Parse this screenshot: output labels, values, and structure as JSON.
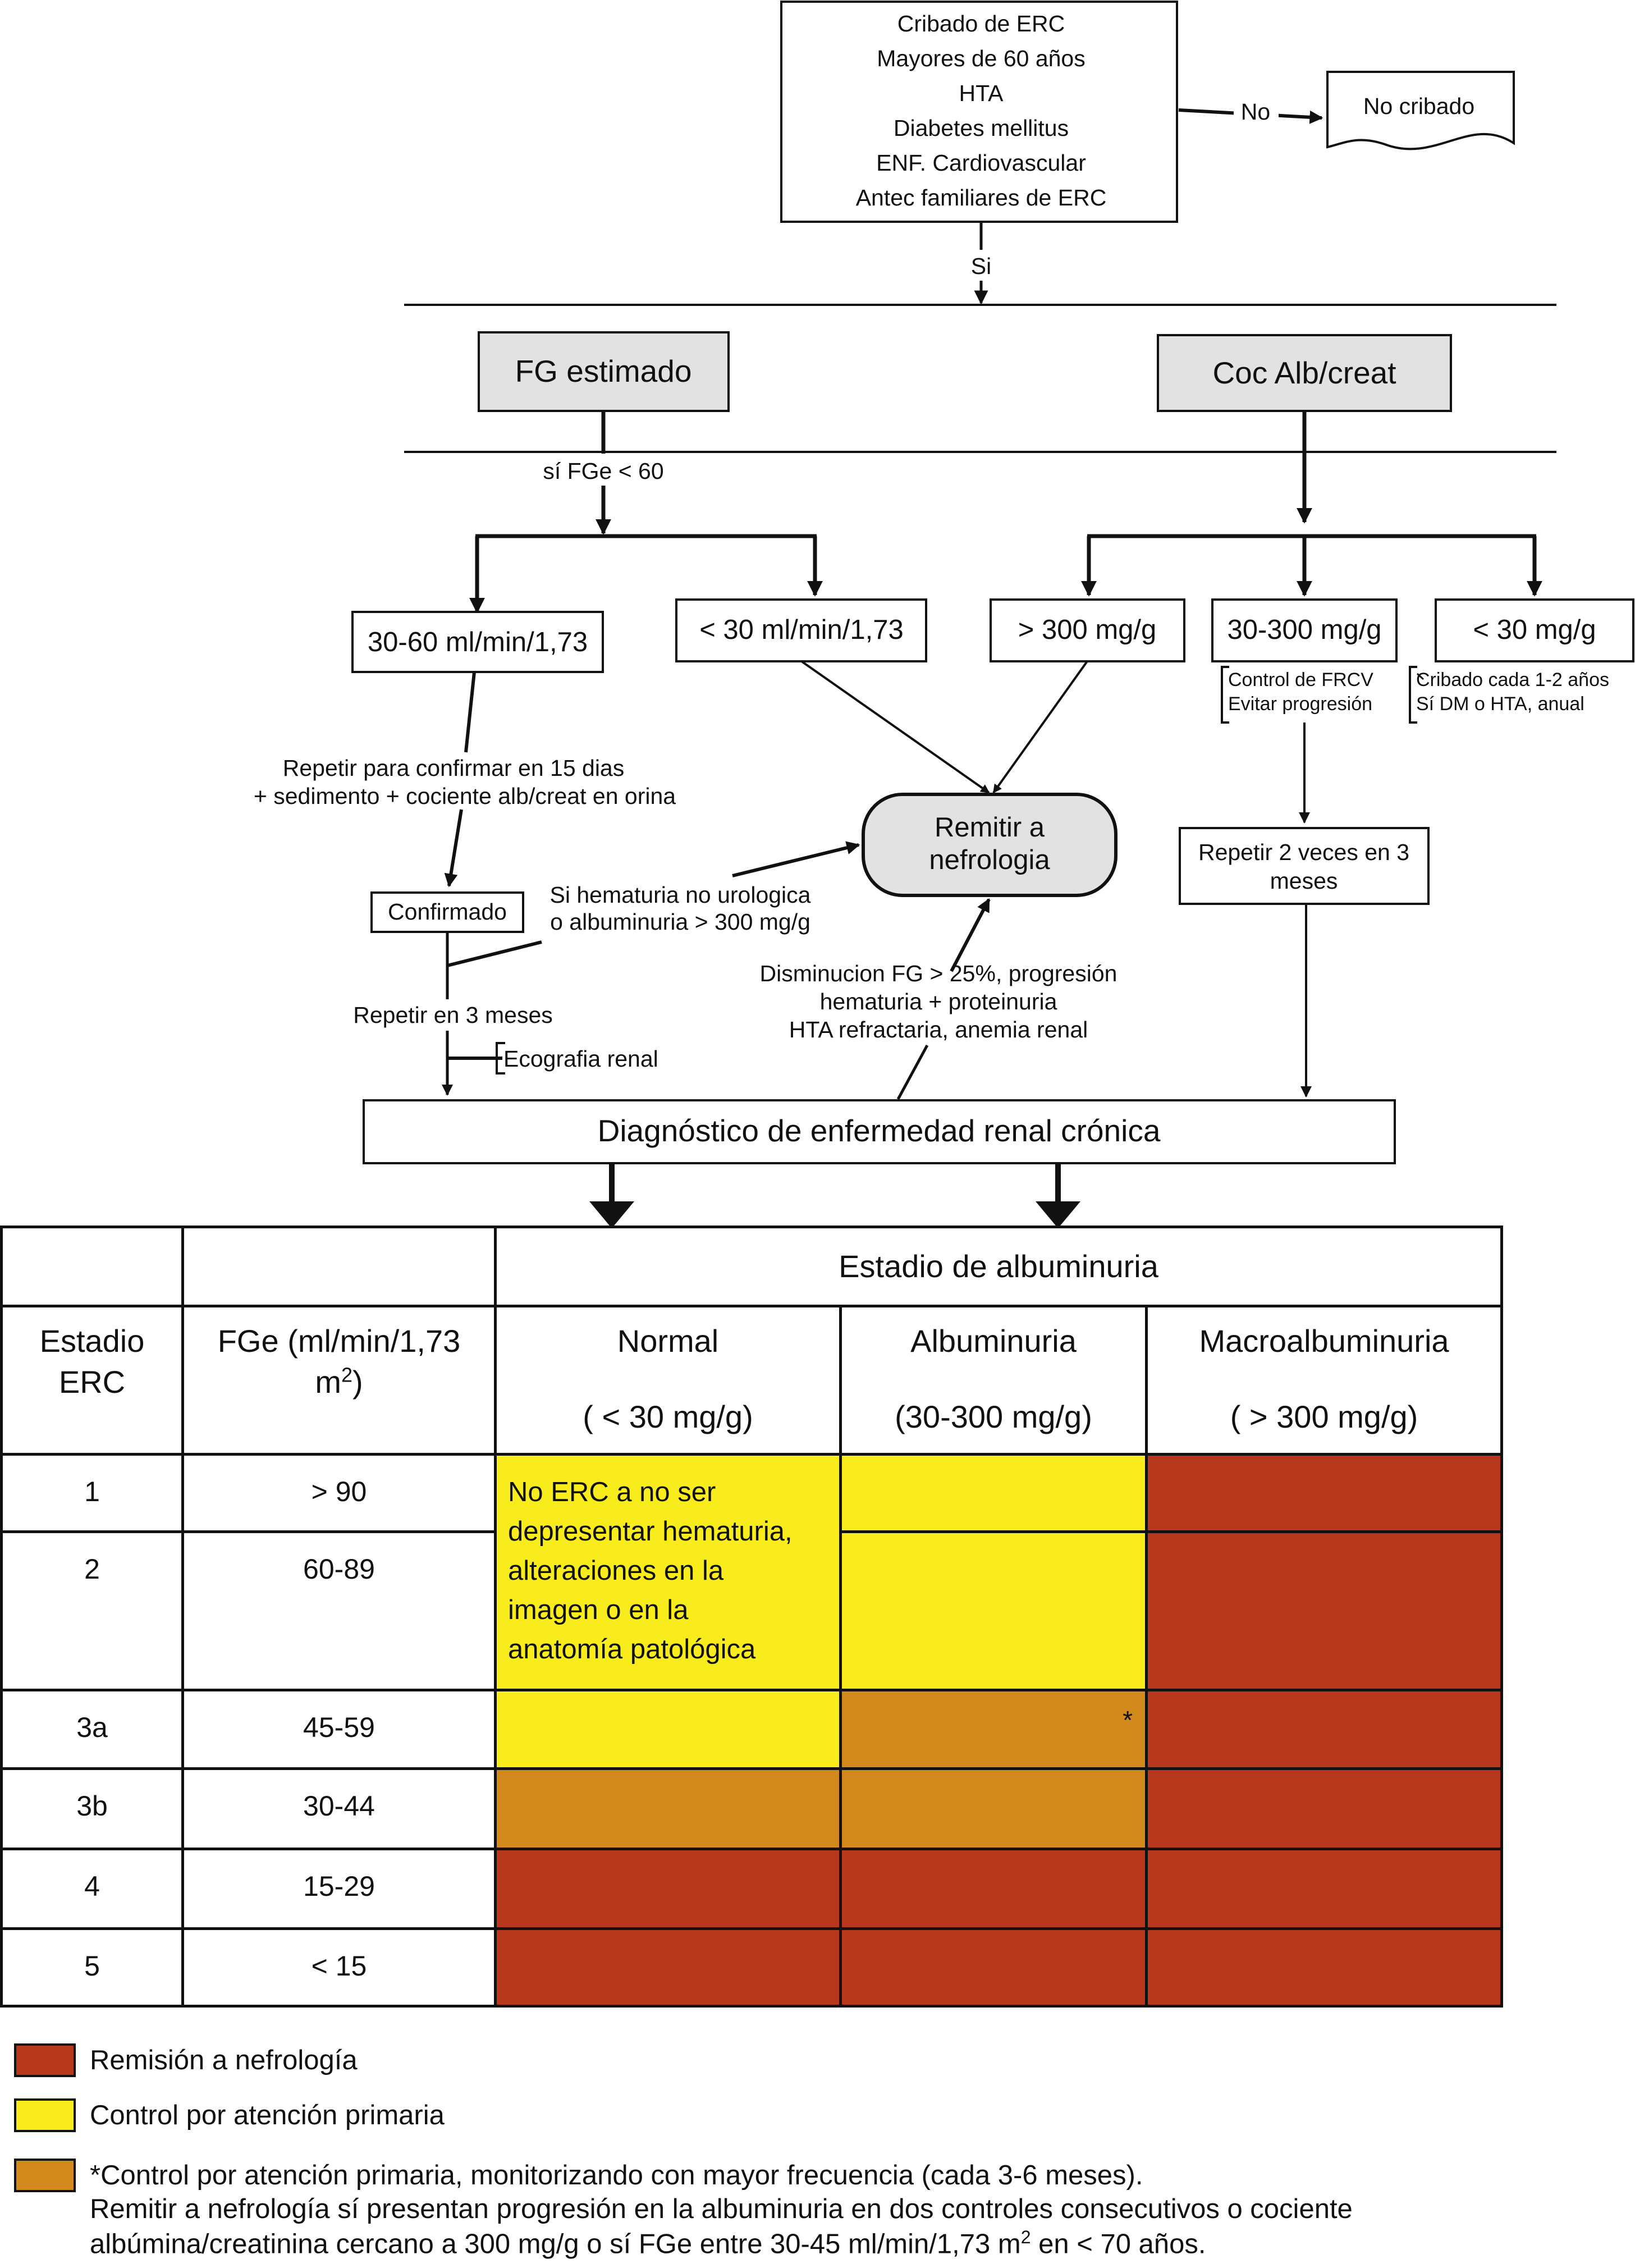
{
  "flow": {
    "screening_box": [
      "Cribado de ERC",
      "Mayores de 60 años",
      "HTA",
      "Diabetes mellitus",
      "ENF. Cardiovascular",
      "Antec familiares de ERC"
    ],
    "no_label": "No",
    "no_screening": "No cribado",
    "yes_label": "Si",
    "fg_estimado": "FG estimado",
    "coc_alb": "Coc Alb/creat",
    "si_fge": "sí FGe < 60",
    "box_30_60": "30-60 ml/min/1,73",
    "box_lt30": "< 30 ml/min/1,73",
    "box_gt300": "> 300 mg/g",
    "box_30_300": "30-300 mg/g",
    "box_lt30mg": "< 30 mg/g",
    "control_frcv": [
      "Control de FRCV",
      "Evitar progresión"
    ],
    "cribado_cada": [
      "Cribado cada 1-2 años",
      "Sí DM o HTA, anual"
    ],
    "repetir_confirmar": [
      "Repetir para confirmar en 15 dias",
      "+ sedimento + cociente alb/creat en orina"
    ],
    "remitir": [
      "Remitir a",
      "nefrologia"
    ],
    "repetir_2_veces": [
      "Repetir 2 veces en 3",
      "meses"
    ],
    "confirmado": "Confirmado",
    "si_hematuria": [
      "Si hematuria no urologica",
      "o albuminuria > 300 mg/g"
    ],
    "disminucion": [
      "Disminucion FG > 25%, progresión",
      "hematuria + proteinuria",
      "HTA refractaria, anemia renal"
    ],
    "repetir_3_meses": "Repetir en 3 meses",
    "ecografia": "Ecografia renal",
    "diagnostico": "Diagnóstico de enfermedad renal crónica"
  },
  "table": {
    "albuminuria_header": "Estadio de albuminuria",
    "col_estadio": [
      "Estadio",
      "ERC"
    ],
    "col_fge": "FGe (ml/min/1,73",
    "col_fge_unit": "m",
    "col_fge_sup": "2",
    "col_fge_close": ")",
    "categories": [
      {
        "name": "Normal",
        "range": "( < 30 mg/g)"
      },
      {
        "name": "Albuminuria",
        "range": "(30-300 mg/g)"
      },
      {
        "name": "Macroalbuminuria",
        "range": "( >  300 mg/g)"
      }
    ],
    "rows": [
      {
        "stage": "1",
        "fge": "> 90",
        "cells": [
          "yellow",
          "yellow",
          "red"
        ]
      },
      {
        "stage": "2",
        "fge": "60-89",
        "cells": [
          "yellow",
          "yellow",
          "red"
        ]
      },
      {
        "stage": "3a",
        "fge": "45-59",
        "cells": [
          "yellow",
          "orange",
          "red"
        ]
      },
      {
        "stage": "3b",
        "fge": "30-44",
        "cells": [
          "orange",
          "orange",
          "red"
        ]
      },
      {
        "stage": "4",
        "fge": "15-29",
        "cells": [
          "red",
          "red",
          "red"
        ]
      },
      {
        "stage": "5",
        "fge": "< 15",
        "cells": [
          "red",
          "red",
          "red"
        ]
      }
    ],
    "note_lines": [
      "No ERC a no ser",
      "depresentar hematuria,",
      "alteraciones en la",
      "imagen o en la",
      "anatomía patológica"
    ],
    "asterisk": "*"
  },
  "colors": {
    "red": "#b8381e",
    "yellow": "#f8ec1c",
    "orange": "#d28a1c"
  },
  "legend": {
    "red": "Remisión a nefrología",
    "yellow": "Control por atención primaria",
    "orange_line1": "*Control por atención primaria, monitorizando con mayor frecuencia (cada 3-6 meses).",
    "orange_line2": "Remitir a nefrología sí presentan progresión en la albuminuria en dos controles consecutivos o cociente",
    "orange_line3_a": "albúmina/creatinina cercano a 300 mg/g  o sí FGe entre 30-45 ml/min/1,73 m",
    "orange_line3_sup": "2",
    "orange_line3_b": " en < 70 años."
  }
}
